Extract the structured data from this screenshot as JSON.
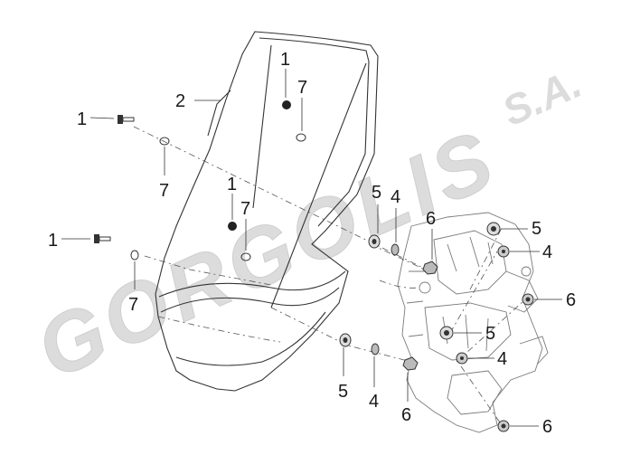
{
  "watermark": {
    "brand": "GORGOLIS",
    "suffix": "S.A."
  },
  "callouts": {
    "screw_top": "1",
    "screw_upper_left": "1",
    "screw_mid": "1",
    "screw_lower_left": "1",
    "windshield": "2",
    "washer_top": "7",
    "washer_upper_left": "7",
    "washer_mid": "7",
    "washer_lower_left": "7",
    "grommet_mid": "5",
    "grommet_bottom": "5",
    "grommet_right_top": "5",
    "grommet_right_mid": "5",
    "bush_mid": "4",
    "bush_bottom": "4",
    "bush_right_top": "4",
    "bush_right_mid": "4",
    "nut_mid": "6",
    "nut_bottom": "6",
    "nut_right_mid": "6",
    "nut_right_bottom": "6"
  }
}
